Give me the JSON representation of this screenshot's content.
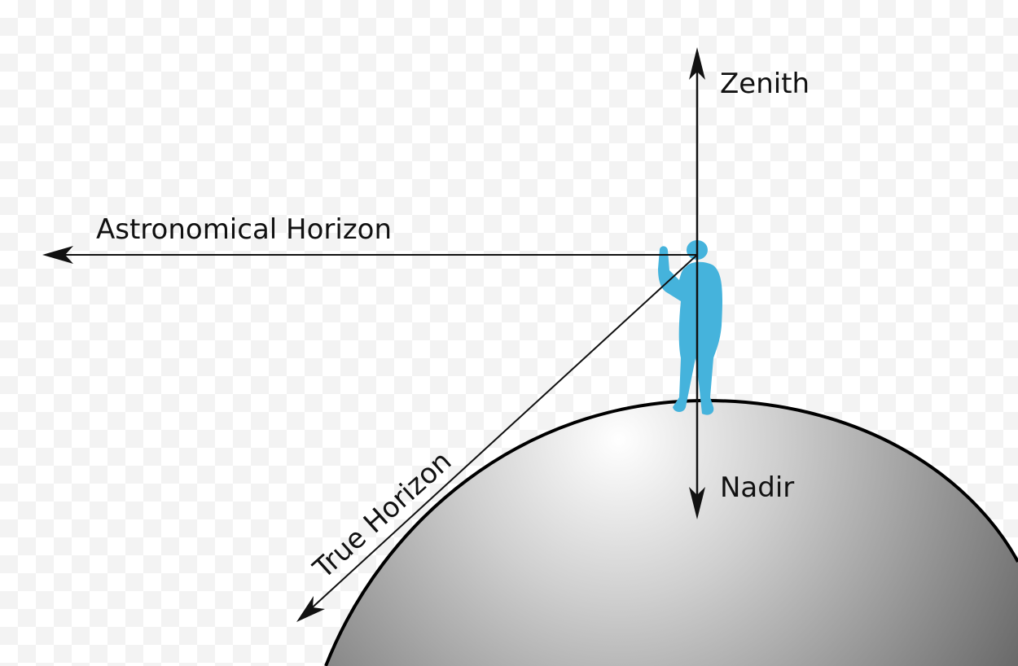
{
  "labels": {
    "zenith": "Zenith",
    "nadir": "Nadir",
    "astronomical_horizon": "Astronomical Horizon",
    "true_horizon": "True Horizon"
  },
  "icons": {
    "observer": "person-figure-icon",
    "earth": "earth-sphere-icon"
  },
  "colors": {
    "observer": "#45b3dc",
    "lines": "#111111",
    "earth_light": "#ffffff",
    "earth_dark": "#6a6a6a",
    "earth_outline": "#000000"
  }
}
